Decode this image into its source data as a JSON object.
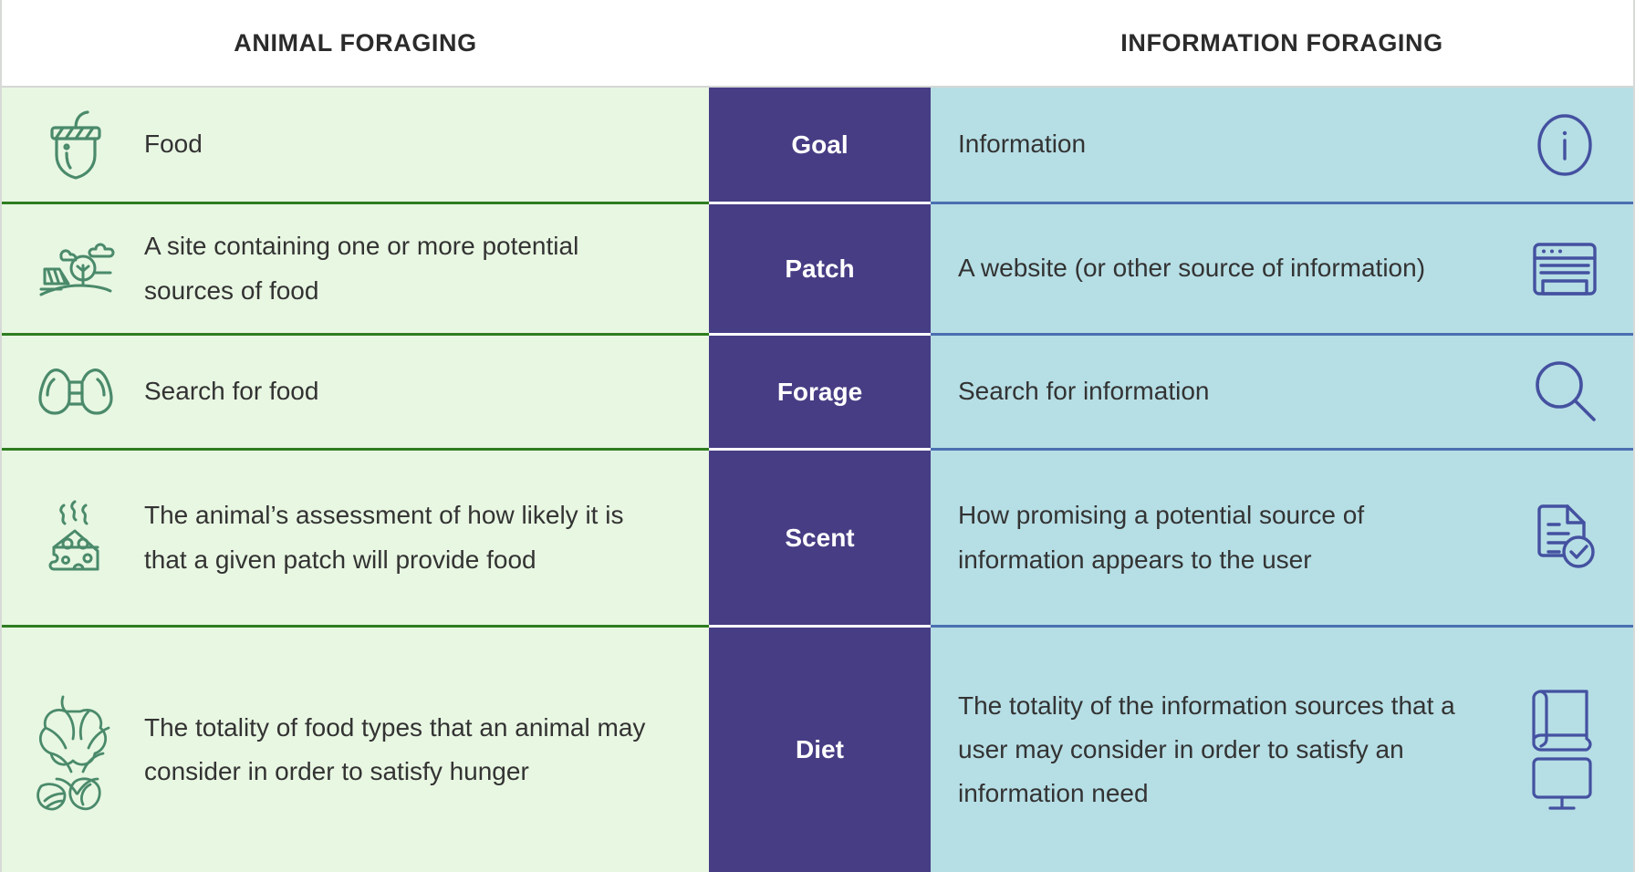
{
  "header": {
    "left_title": "ANIMAL FORAGING",
    "right_title": "INFORMATION FORAGING"
  },
  "colors": {
    "animal_bg": "#e8f7e2",
    "animal_icon": "#4a8a6b",
    "animal_divider": "#2e7d20",
    "label_bg": "#463d84",
    "label_text": "#ffffff",
    "info_bg": "#b6dee5",
    "info_icon": "#4451a0",
    "info_divider": "#4a6fb0",
    "text": "#333333",
    "header_text": "#2b2b2b"
  },
  "rows": [
    {
      "label": "Goal",
      "animal_icon": "acorn-icon",
      "animal_text": "Food",
      "info_text": "Information",
      "info_icon": "info-circle-icon"
    },
    {
      "label": "Patch",
      "animal_icon": "field-landscape-icon",
      "animal_text": "A site containing one or more potential sources of food",
      "info_text": "A website (or other source of information)",
      "info_icon": "browser-window-icon"
    },
    {
      "label": "Forage",
      "animal_icon": "binoculars-icon",
      "animal_text": "Search for food",
      "info_text": "Search for information",
      "info_icon": "magnifying-glass-icon"
    },
    {
      "label": "Scent",
      "animal_icon": "steaming-cheese-icon",
      "animal_text": "The animal’s assessment of how likely it is that a given patch will provide food",
      "info_text": "How promising a potential source of information appears to the user",
      "info_icon": "document-check-icon"
    },
    {
      "label": "Diet",
      "animal_icon": "hops-and-nuts-icon",
      "animal_text": "The totality of food types that an animal may consider in order to satisfy hunger",
      "info_text": "The totality of the information sources that a user may consider in order to satisfy an information need",
      "info_icon": "book-and-monitor-icon"
    }
  ]
}
